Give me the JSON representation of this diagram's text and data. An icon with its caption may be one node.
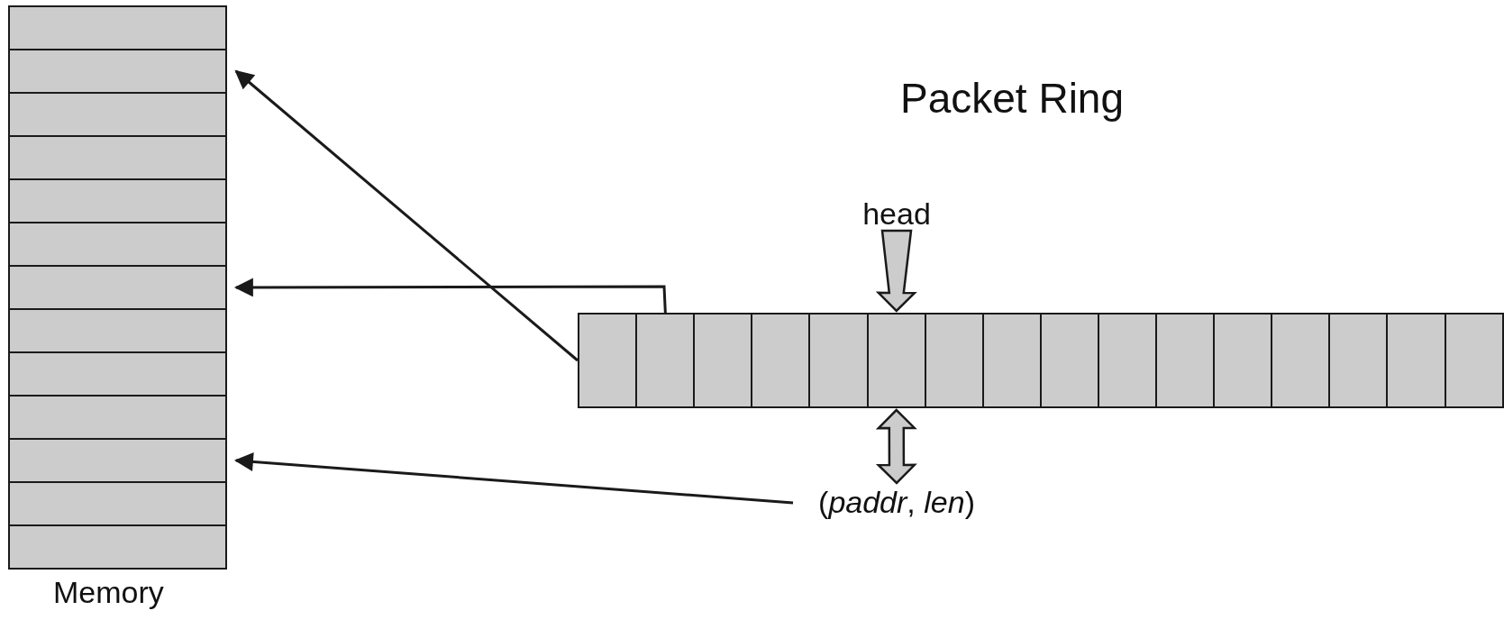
{
  "diagram": {
    "nodes": [
      {
        "text": [
          "Memory"
        ]
      },
      {
        "text": [],
        "shape": "box",
        "in": 0
      },
      {
        "text": [],
        "shape": "box",
        "in": 0
      },
      {
        "text": [],
        "shape": "box",
        "in": 0
      },
      {
        "text": [],
        "shape": "box",
        "in": 0
      },
      {
        "text": [],
        "shape": "box",
        "in": 0
      },
      {
        "text": [],
        "shape": "box",
        "in": 0
      },
      {
        "text": [],
        "shape": "box",
        "in": 0
      },
      {
        "text": [],
        "shape": "box",
        "in": 0
      },
      {
        "text": [],
        "shape": "box",
        "in": 0
      },
      {
        "text": [],
        "shape": "box",
        "in": 0
      },
      {
        "text": [],
        "shape": "box",
        "in": 0
      },
      {
        "text": [],
        "shape": "box",
        "in": 0
      },
      {
        "text": [],
        "shape": "box",
        "in": 0
      },
      {
        "text": [
          "Packet Ring"
        ]
      },
      {
        "text": [],
        "shape": "box",
        "in": 14
      },
      {
        "text": [],
        "shape": "box",
        "in": 14
      },
      {
        "text": [],
        "shape": "box",
        "in": 14
      },
      {
        "text": [],
        "shape": "box",
        "in": 14
      },
      {
        "text": [],
        "shape": "box",
        "in": 14
      },
      {
        "text": [],
        "shape": "box",
        "in": 14
      },
      {
        "text": [],
        "shape": "box",
        "in": 14
      },
      {
        "text": [],
        "shape": "box",
        "in": 14
      },
      {
        "text": [],
        "shape": "box",
        "in": 14
      },
      {
        "text": [],
        "shape": "box",
        "in": 14
      },
      {
        "text": [],
        "shape": "box",
        "in": 14
      },
      {
        "text": [],
        "shape": "box",
        "in": 14
      },
      {
        "text": [],
        "shape": "box",
        "in": 14
      },
      {
        "text": [],
        "shape": "box",
        "in": 14
      },
      {
        "text": [],
        "shape": "box",
        "in": 14
      },
      {
        "text": [],
        "shape": "box",
        "in": 14
      },
      {
        "text": [
          "head"
        ]
      },
      {
        "text": [
          "(*paddr*, *len*)"
        ]
      }
    ],
    "edges": [
      {
        "from": 15,
        "to": 2,
        "arrow": "to"
      },
      {
        "from": 16,
        "to": 7,
        "arrow": "to"
      },
      {
        "from": 32,
        "to": 11,
        "arrow": "to"
      },
      {
        "from": 31,
        "to": 20,
        "arrow": "to",
        "style": "thick"
      },
      {
        "from": 20,
        "to": 32,
        "arrow": "both",
        "style": "thick"
      }
    ]
  }
}
